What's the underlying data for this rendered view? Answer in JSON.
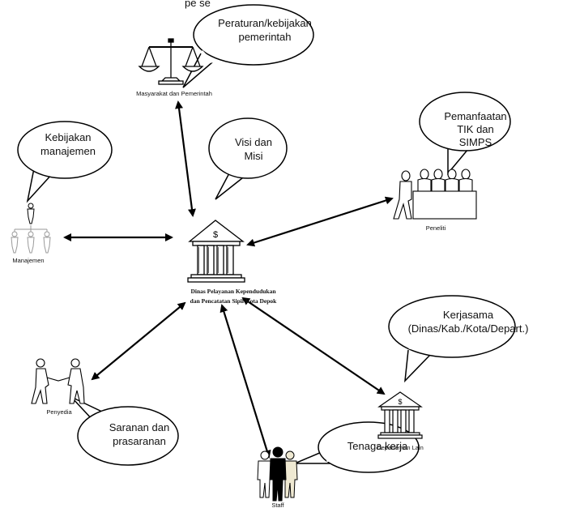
{
  "partial_top_text": "pe      se",
  "center": {
    "label_line1": "Dinas Pelayanan Kependudukan",
    "label_line2": "dan Pencatatan Sipil Kota Depok",
    "symbol": "$"
  },
  "nodes": {
    "masyarakat": {
      "label": "Masyarakat dan Pemerintah",
      "icon": "scales-icon"
    },
    "peneliti": {
      "label": "Peneliti",
      "icon": "researchers-icon"
    },
    "manajemen": {
      "label": "Manajemen",
      "icon": "org-chart-icon"
    },
    "penyedia": {
      "label": "Penyedia",
      "icon": "handshake-icon"
    },
    "staff": {
      "label": "Staff",
      "icon": "people-group-icon"
    },
    "departemen": {
      "label": "Departemen Lain",
      "icon": "bank-icon",
      "symbol": "$"
    }
  },
  "bubbles": {
    "peraturan": {
      "line1": "Peraturan/kebijakan",
      "line2": "pemerintah"
    },
    "kebijakan": {
      "line1": "Kebijakan",
      "line2": "manajemen"
    },
    "visi": {
      "line1": "Visi dan",
      "line2": "Misi"
    },
    "pemanfaatan": {
      "line1": "Pemanfaatan",
      "line2": "TIK dan",
      "line3": "SIMPS"
    },
    "kerjasama": {
      "line1": "Kerjasama",
      "line2": "(Dinas/Kab./Kota/Depart.)"
    },
    "saranan": {
      "line1": "Saranan dan",
      "line2": "prasaranan"
    },
    "tenaga": {
      "line1": "Tenaga kerja"
    }
  }
}
